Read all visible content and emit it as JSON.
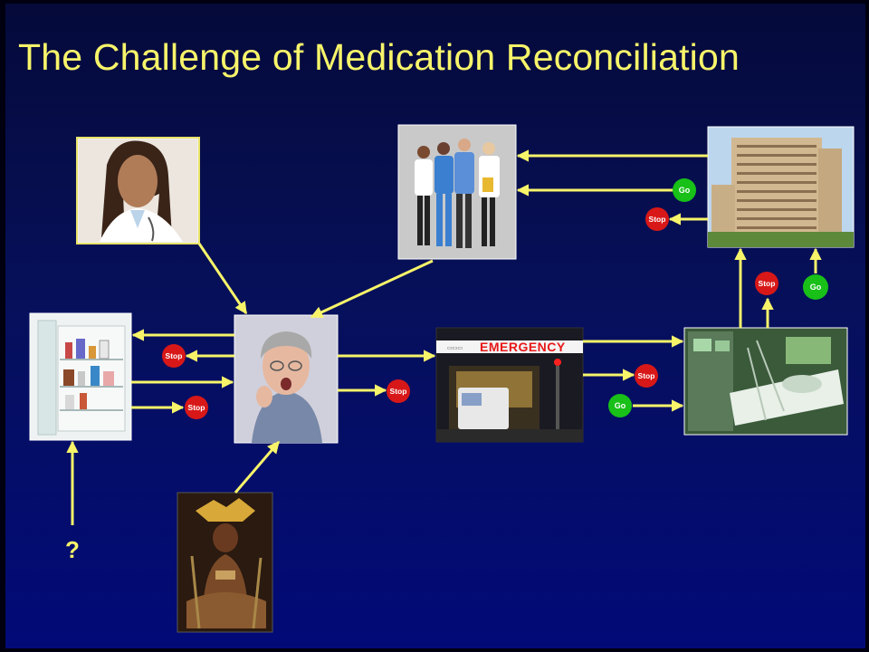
{
  "slide": {
    "title": "The Challenge of Medication Reconciliation",
    "accent_color": "#f7f46a",
    "background_color": "#06105a"
  },
  "nodes": [
    {
      "id": "physician",
      "icon": "female-doctor-photo"
    },
    {
      "id": "care-team",
      "icon": "medical-staff-group-photo"
    },
    {
      "id": "hospital",
      "icon": "hospital-building-photo"
    },
    {
      "id": "medicine-cabinet",
      "icon": "medicine-cabinet-photo"
    },
    {
      "id": "patient",
      "icon": "elderly-patient-photo"
    },
    {
      "id": "emergency-room",
      "icon": "emergency-entrance-photo",
      "sign_text": "EMERGENCY"
    },
    {
      "id": "icu",
      "icon": "icu-bed-photo"
    },
    {
      "id": "traditional-healer",
      "icon": "traditional-healer-photo"
    }
  ],
  "signals": {
    "stop_label": "Stop",
    "go_label": "Go",
    "stop_color": "#d81818",
    "go_color": "#18c018"
  },
  "unknown_source_label": "?"
}
